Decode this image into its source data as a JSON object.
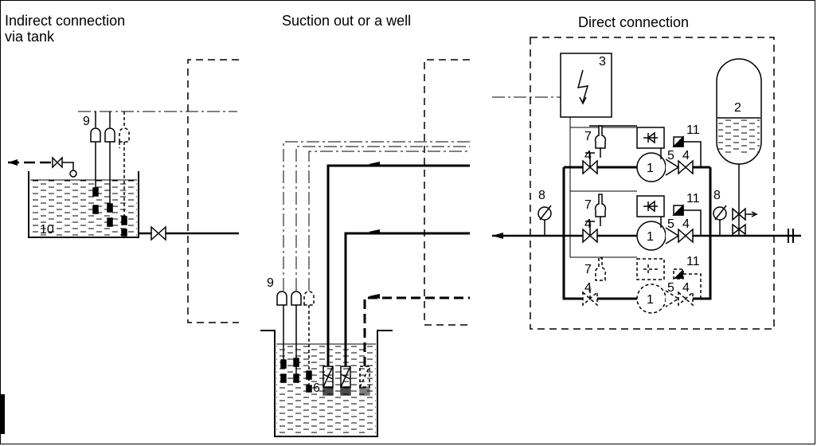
{
  "titles": {
    "indirect": "Indirect connection\nvia tank",
    "well": "Suction out or a well",
    "direct": "Direct connection"
  },
  "labels": {
    "pump": "1",
    "tank": "2",
    "controller": "3",
    "valve": "4",
    "check_valve": "5",
    "foot_valve": "6",
    "pressure_switch": "7",
    "gauge": "8",
    "level_switch": "9",
    "reservoir": "10",
    "sensor": "11"
  }
}
